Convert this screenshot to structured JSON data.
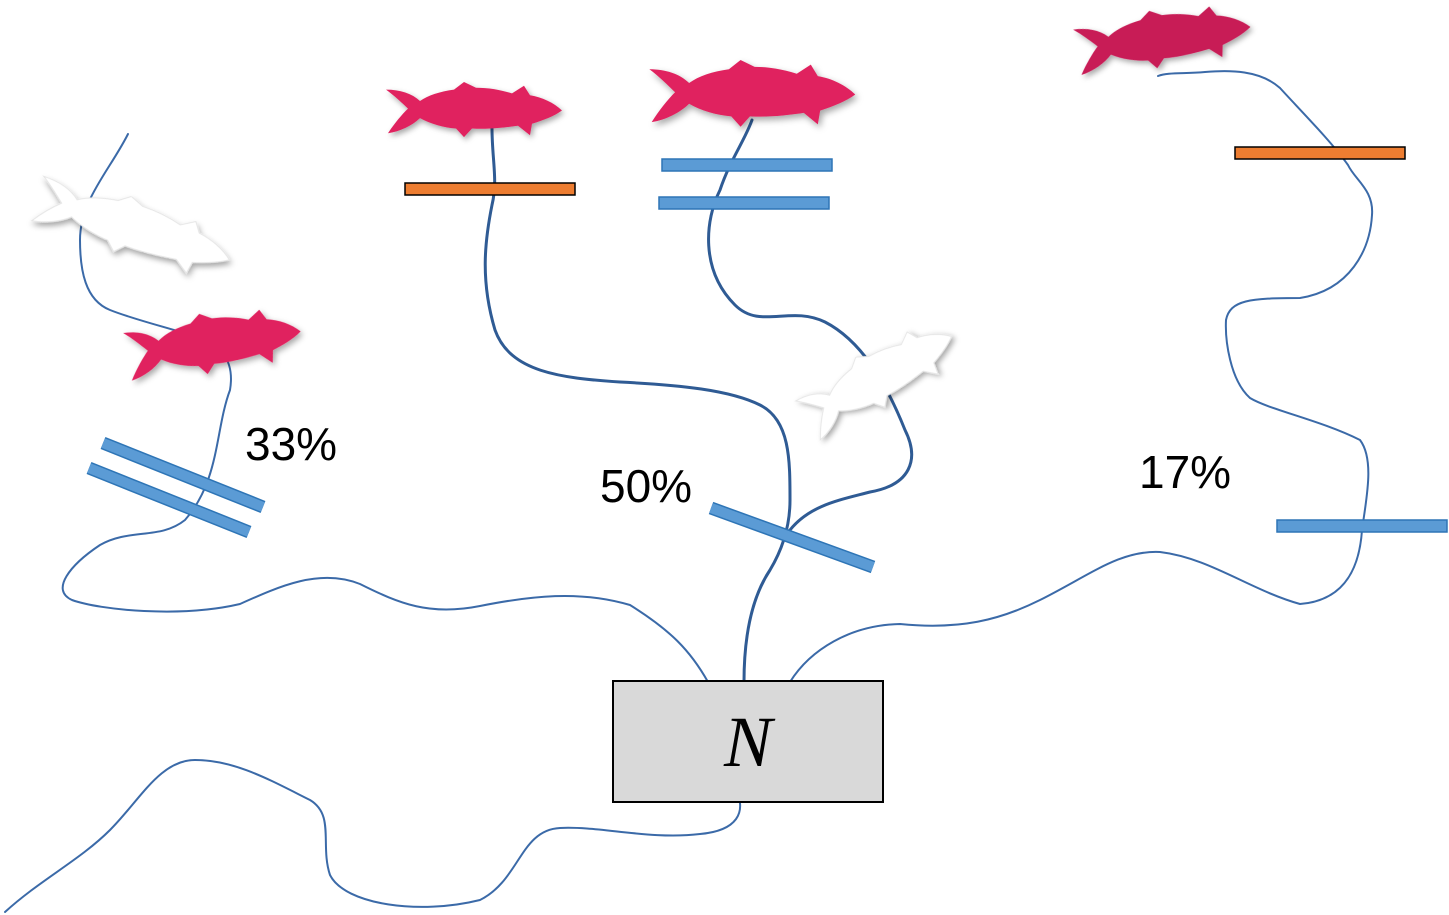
{
  "node": {
    "label": "N"
  },
  "percentages": {
    "left": "33%",
    "center": "50%",
    "right": "17%"
  },
  "colors": {
    "river": "#3b6aa8",
    "river_thick": "#2f5b94",
    "fish_colored": "#e0245e",
    "fish_colored_dark": "#c81c57",
    "fish_white": "#ffffff",
    "barrier_blue": "#5b9bd5",
    "barrier_orange": "#ed7d31",
    "node_fill": "#d9d9d9"
  },
  "icons": {
    "fish_colored": "fish-icon",
    "fish_white": "fish-outline-icon",
    "barrier": "barrier-bar"
  }
}
